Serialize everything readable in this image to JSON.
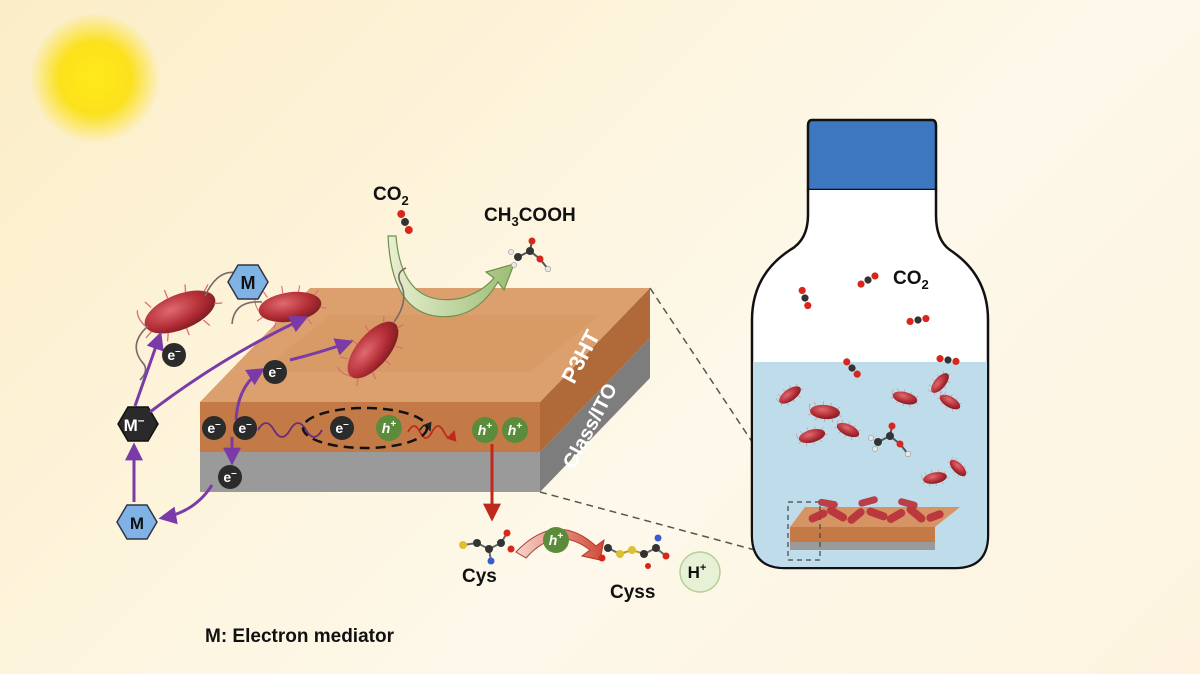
{
  "labels": {
    "co2_top": "CO",
    "co2_top_sub": "2",
    "acetate_a": "CH",
    "acetate_sub": "3",
    "acetate_b": "COOH",
    "co2_bottle": "CO",
    "co2_bottle_sub": "2",
    "p3ht": "P3HT",
    "glass_ito": "Glass/ITO",
    "cys": "Cys",
    "cyss": "Cyss",
    "h_plus_main": "H",
    "h_plus_sup": "+",
    "legend": "M: Electron mediator"
  },
  "mediator": {
    "oxidized": "M",
    "reduced_base": "M",
    "reduced_sup": "–"
  },
  "carriers": {
    "electron_base": "e",
    "electron_sup": "–",
    "hole_base": "h",
    "hole_sup": "+"
  },
  "colors": {
    "sun": "#fce21a",
    "p3ht_top": "#dba06d",
    "p3ht_front": "#c87a45",
    "glass_front": "#9a9a9a",
    "glass_side": "#7b7b7b",
    "bottle_cap": "#3d77c0",
    "liquid": "#bfdcea",
    "electron_circle": "#2b2b2b",
    "hole_circle": "#5a8c3b",
    "mediator_oxidized": "#7fb3e6",
    "mediator_reduced": "#2a2a2a",
    "electron_arrow": "#7a3ba8",
    "hole_arrow": "#c0281c",
    "bacteria": "#b9303a"
  },
  "icons": [
    "sun-icon",
    "bacterium-icon",
    "co2-molecule-icon",
    "acetate-molecule-icon",
    "cysteine-molecule-icon",
    "cystine-molecule-icon",
    "bottle-icon"
  ]
}
